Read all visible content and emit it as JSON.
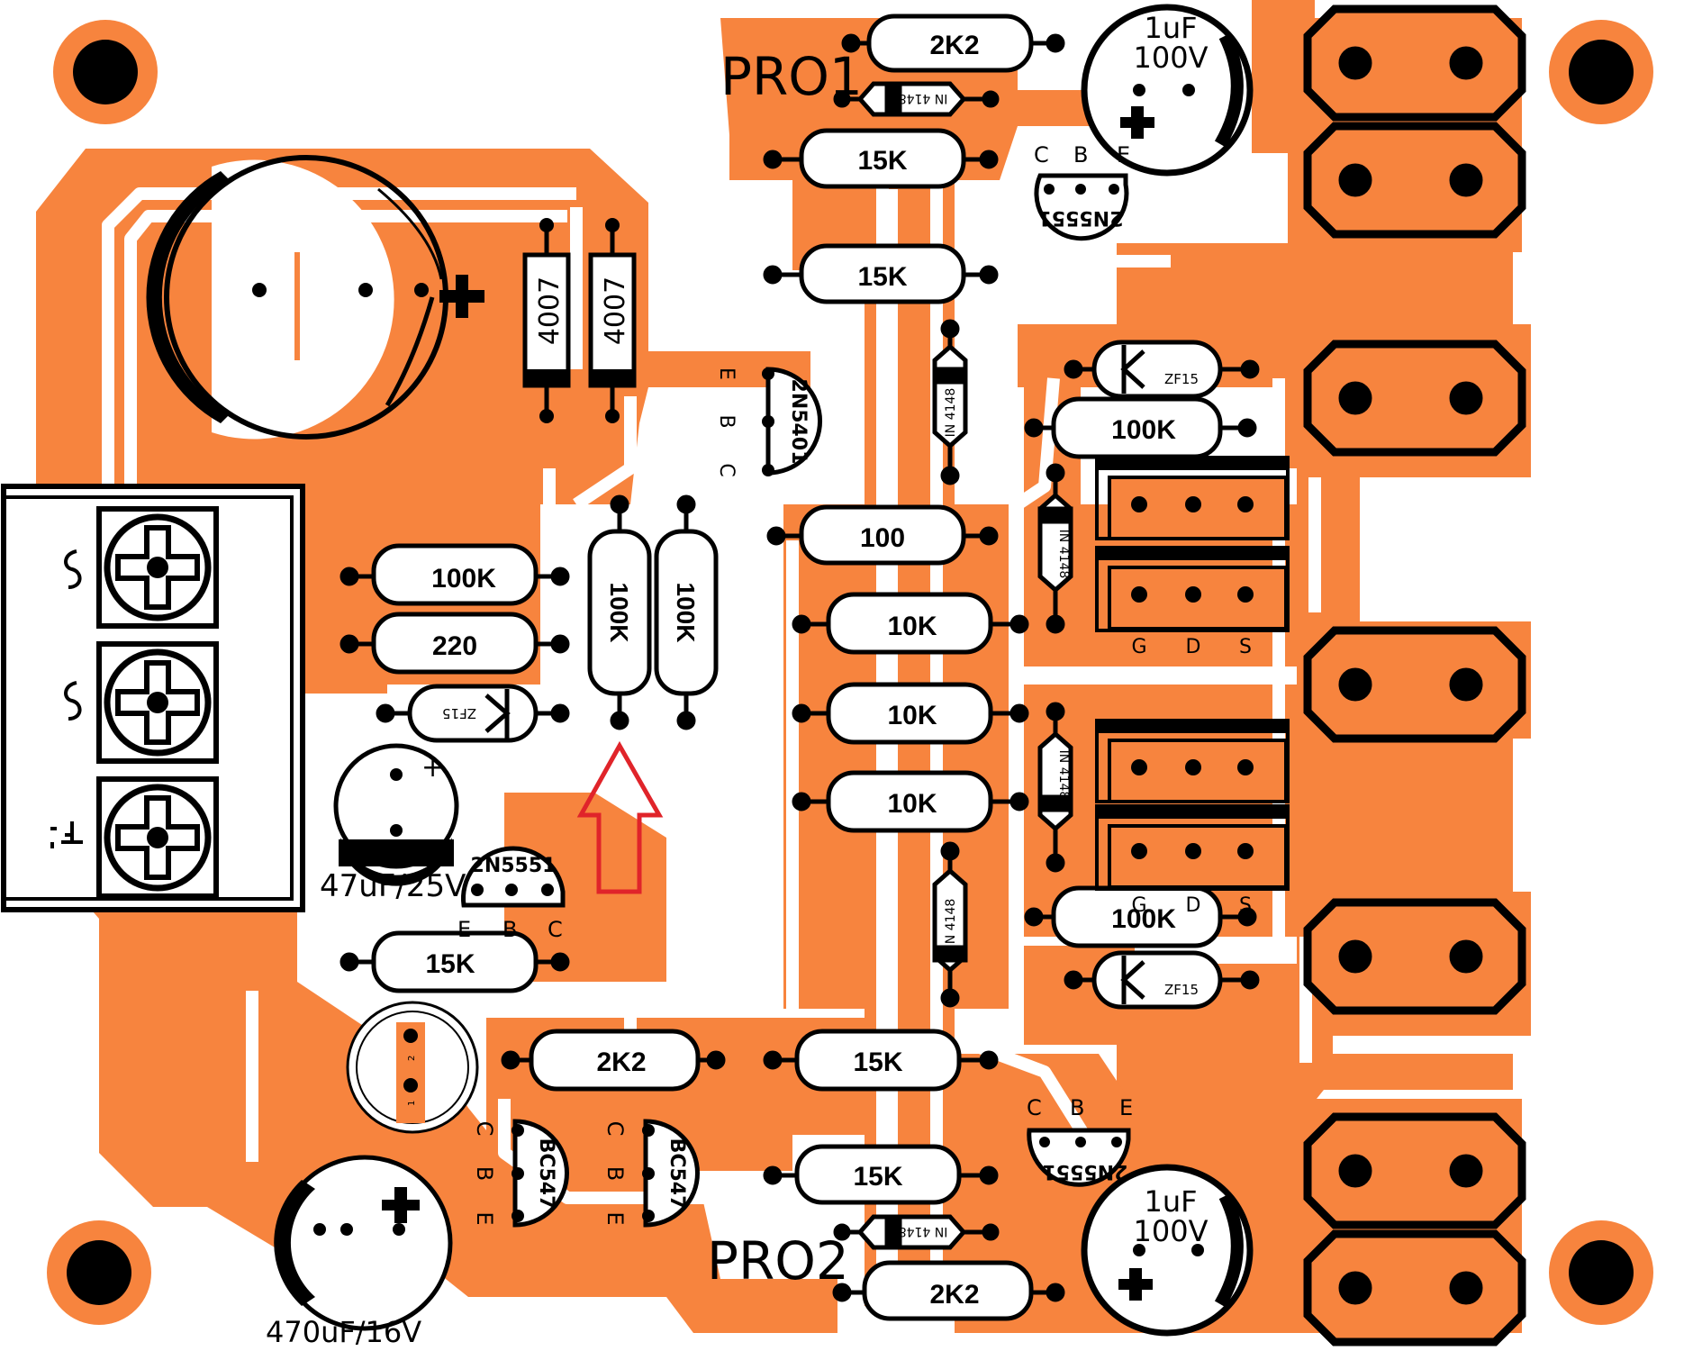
{
  "colors": {
    "copper": "#f7843e",
    "background": "#ffffff",
    "silkscreen": "#000000",
    "arrow": "#e0242a"
  },
  "labels": {
    "pro1": "PRO1",
    "pro2": "PRO2"
  },
  "caps": {
    "c_top": {
      "value": "1uF",
      "voltage": "100V"
    },
    "c_bottom": {
      "value": "1uF",
      "voltage": "100V"
    },
    "c_47": "47uF/25V",
    "c_470": "470uF/16V"
  },
  "resistors": {
    "r_2k2_top": "2K2",
    "r_15k_a": "15K",
    "r_15k_b": "15K",
    "r_100": "100",
    "r_10k_a": "10K",
    "r_10k_b": "10K",
    "r_10k_c": "10K",
    "r_15k_c": "15K",
    "r_15k_d": "15K",
    "r_2k2_bottom": "2K2",
    "r_100k_left": "100K",
    "r_220": "220",
    "r_100k_v1": "100K",
    "r_100k_v2": "100K",
    "r_15k_left": "15K",
    "r_2k2_left": "2K2",
    "r_100k_gate_top": "100K",
    "r_100k_gate_bottom": "100K"
  },
  "diodes": {
    "d_1n4148_top": "IN 4148",
    "d_1n4148_mid": "IN 4148",
    "d_1n4148_gate_top": "IN 4148",
    "d_1n4148_gate_bottom": "IN 4148",
    "d_1n4148_low": "IN 4148",
    "d_1n4148_bottom": "IN 4148",
    "d_4007_a": "4007",
    "d_4007_b": "4007",
    "z_left": "ZF15",
    "z_top": "ZF15",
    "z_bottom": "ZF15"
  },
  "transistors": {
    "q_2n5551_top": {
      "name": "2N5551",
      "pins": [
        "C",
        "B",
        "E"
      ]
    },
    "q_2n5401": {
      "name": "2N5401",
      "pins": [
        "E",
        "B",
        "C"
      ]
    },
    "q_2n5551_left": {
      "name": "2N5551",
      "pins": [
        "E",
        "B",
        "C"
      ]
    },
    "q_2n5551_bottom": {
      "name": "2N5551",
      "pins": [
        "C",
        "B",
        "E"
      ]
    },
    "q_bc547_a": {
      "name": "BC547",
      "pins": [
        "C",
        "B",
        "E"
      ]
    },
    "q_bc547_b": {
      "name": "BC547",
      "pins": [
        "C",
        "B",
        "E"
      ]
    }
  },
  "mosfet_pins": {
    "top": [
      "G",
      "D",
      "S"
    ],
    "bottom": [
      "G",
      "D",
      "S"
    ]
  },
  "trimmer": {
    "pin1": "1",
    "pin2": "2"
  },
  "icons": [
    "terminal-block",
    "screw-terminal-icon",
    "sine-wave-icon",
    "ground-icon",
    "mounting-hole-icon",
    "up-arrow-icon"
  ]
}
